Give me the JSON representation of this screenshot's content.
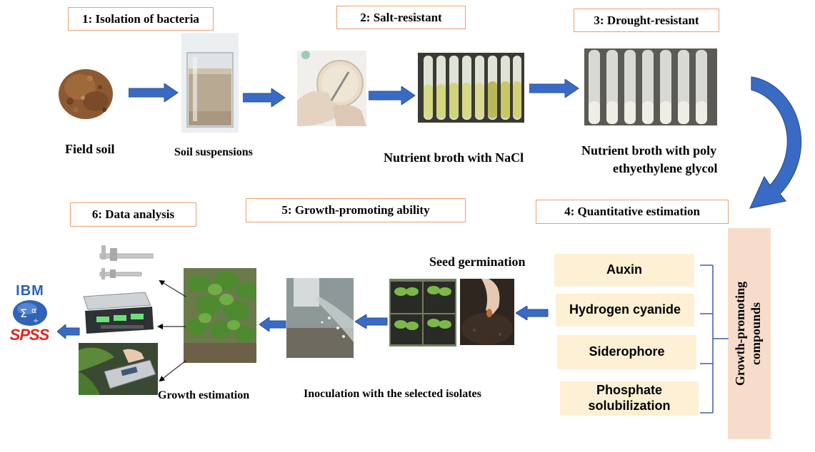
{
  "steps": {
    "s1": "1: Isolation of bacteria",
    "s2": "2: Salt-resistant",
    "s3": "3: Drought-resistant",
    "s4": "4: Quantitative estimation",
    "s5": "5: Growth-promoting ability",
    "s6": "6: Data analysis"
  },
  "captions": {
    "field_soil": "Field soil",
    "soil_suspensions": "Soil suspensions",
    "nacl_broth": "Nutrient broth with NaCl",
    "peg_broth_line1": "Nutrient broth with  poly",
    "peg_broth_line2": "ethyethylene glycol",
    "seed_germination": "Seed germination",
    "inoculation": "Inoculation with the selected isolates",
    "growth_estimation": "Growth estimation"
  },
  "compounds": {
    "auxin": "Auxin",
    "hcn": "Hydrogen cyanide",
    "siderophore": "Siderophore",
    "phosphate_line1": "Phosphate",
    "phosphate_line2": "solubilization",
    "panel_line1": "Growth-promoting",
    "panel_line2": "compounds"
  },
  "logo": {
    "ibm": "IBM",
    "spss": "SPSS"
  },
  "colors": {
    "arrow": "#3a6bc4",
    "box_border": "#e8a070",
    "compound_fill": "#fdf0d4",
    "panel_fill": "#f8dccb",
    "bracket": "#3b5ea8"
  }
}
